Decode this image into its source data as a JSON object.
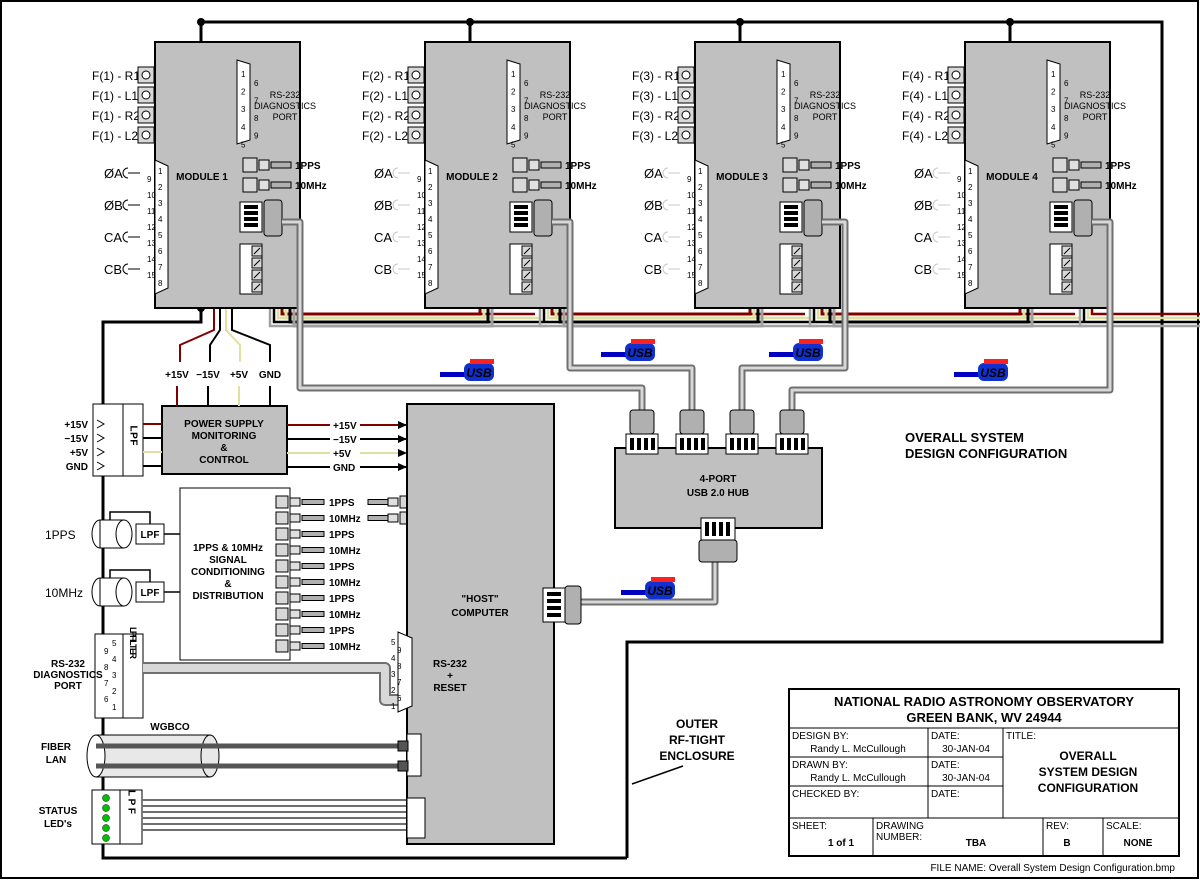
{
  "modules": [
    {
      "title": "MODULE 1",
      "feeds": [
        "F(1) - R1",
        "F(1) - L1",
        "F(1) - R2",
        "F(1) - L2"
      ],
      "faded": false
    },
    {
      "title": "MODULE 2",
      "feeds": [
        "F(2) - R1",
        "F(2) - L1",
        "F(2) - R2",
        "F(2) - L2"
      ],
      "faded": true
    },
    {
      "title": "MODULE 3",
      "feeds": [
        "F(3) - R1",
        "F(3) - L1",
        "F(3) - R2",
        "F(3) - L2"
      ],
      "faded": true
    },
    {
      "title": "MODULE 4",
      "feeds": [
        "F(4) - R1",
        "F(4) - L1",
        "F(4) - R2",
        "F(4) - L2"
      ],
      "faded": true
    }
  ],
  "module_common": {
    "diag_label": [
      "RS-232",
      "DIAGNOSTICS",
      "PORT"
    ],
    "db9_pins": [
      "1",
      "6",
      "2",
      "7",
      "3",
      "8",
      "4",
      "9",
      "5"
    ],
    "db15_pins": [
      "1",
      "9",
      "2",
      "10",
      "3",
      "11",
      "4",
      "12",
      "5",
      "13",
      "6",
      "14",
      "7",
      "15",
      "8"
    ],
    "phase_inputs": [
      "ØA",
      "ØB",
      "CA",
      "CB"
    ],
    "ref_inputs": [
      "1PPS",
      "10MHz"
    ]
  },
  "usb_badge": "USB",
  "power_supply": {
    "title": [
      "POWER SUPPLY",
      "MONITORING",
      "&",
      "CONTROL"
    ],
    "rails_top": [
      "+15V",
      "−15V",
      "+5V",
      "GND"
    ],
    "rails_right": [
      "+15V",
      "−15V",
      "+5V",
      "GND"
    ],
    "rails_left": [
      "+15V",
      "−15V",
      "+5V",
      "GND"
    ]
  },
  "lpf_label": "LPF",
  "lpf_vertical": "L P F",
  "lpfilter_vertical": "L P F I L T E R",
  "inputs": {
    "pps": "1PPS",
    "mhz": "10MHz",
    "rs232": [
      "RS-232",
      "DIAGNOSTICS",
      "PORT"
    ]
  },
  "conditioning": {
    "title": [
      "1PPS & 10MHz",
      "SIGNAL",
      "CONDITIONING",
      "&",
      "DISTRIBUTION"
    ],
    "outputs": [
      "1PPS",
      "10MHz",
      "1PPS",
      "10MHz",
      "1PPS",
      "10MHz",
      "1PPS",
      "10MHz",
      "1PPS",
      "10MHz"
    ],
    "unknown": "?"
  },
  "host": {
    "title": [
      "\"HOST\"",
      "COMPUTER"
    ],
    "rs232": [
      "RS-232",
      "+",
      "RESET"
    ],
    "db9_pins": [
      "5",
      "9",
      "4",
      "8",
      "3",
      "7",
      "2",
      "6",
      "1"
    ]
  },
  "hub": {
    "title": [
      "4-PORT",
      "USB 2.0 HUB"
    ]
  },
  "fiber": {
    "label": [
      "FIBER",
      "LAN"
    ],
    "wgbco": "WGBCO"
  },
  "status": {
    "label": [
      "STATUS",
      "LED's"
    ]
  },
  "notes": {
    "overall": [
      "OVERALL SYSTEM",
      "DESIGN CONFIGURATION"
    ],
    "enclosure": [
      "OUTER",
      "RF-TIGHT",
      "ENCLOSURE"
    ]
  },
  "title_block": {
    "org": [
      "NATIONAL RADIO ASTRONOMY OBSERVATORY",
      "GREEN BANK, WV  24944"
    ],
    "design_by_label": "DESIGN BY:",
    "design_by": "Randy L. McCullough",
    "date_label": "DATE:",
    "design_date": "30-JAN-04",
    "drawn_by_label": "DRAWN BY:",
    "drawn_by": "Randy L. McCullough",
    "drawn_date": "30-JAN-04",
    "checked_by_label": "CHECKED BY:",
    "title_label": "TITLE:",
    "title": [
      "OVERALL",
      "SYSTEM DESIGN",
      "CONFIGURATION"
    ],
    "sheet_label": "SHEET:",
    "sheet": "1 of 1",
    "drawing_label": [
      "DRAWING",
      "NUMBER:"
    ],
    "drawing": "TBA",
    "rev_label": "REV:",
    "rev": "B",
    "scale_label": "SCALE:",
    "scale": "NONE"
  },
  "file_name": "FILE NAME: Overall System Design Configuration.bmp"
}
